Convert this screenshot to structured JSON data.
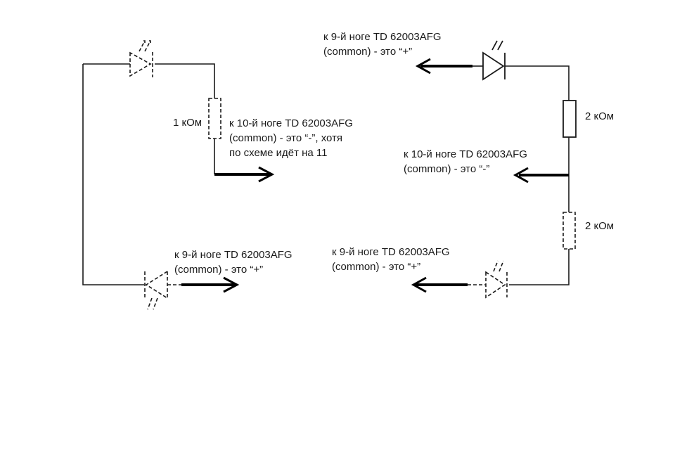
{
  "left_circuit": {
    "resistor_label": "1 кОм",
    "note_right": [
      "к 10-й ноге TD 62003AFG",
      "(common) - это “-”, хотя",
      "по схеме идёт на 11"
    ],
    "note_bottom": [
      "к 9-й ноге TD 62003AFG",
      "(common) - это “+”"
    ]
  },
  "right_circuit": {
    "note_top": [
      "к 9-й ноге TD 62003AFG",
      "(common) - это “+”"
    ],
    "resistor_top_label": "2 кОм",
    "note_middle": [
      "к 10-й ноге TD 62003AFG",
      "(common) - это “-”"
    ],
    "resistor_bottom_label": "2 кОм",
    "note_bottom": [
      "к 9-й ноге TD 62003AFG",
      "(common) - это “+”"
    ]
  }
}
